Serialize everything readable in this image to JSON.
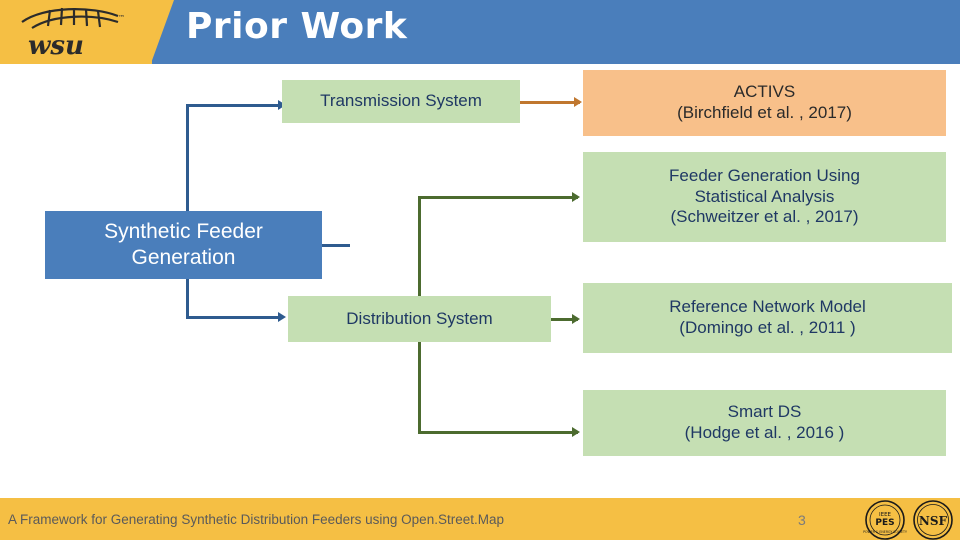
{
  "header": {
    "title": "Prior Work",
    "logo_alt": "wsu-logo",
    "bar_color": "#4a7ebb",
    "accent_color": "#f5bf44"
  },
  "diagram": {
    "nodes": [
      {
        "id": "synthetic-feeder-generation",
        "label": "Synthetic Feeder\nGeneration",
        "line1": "Synthetic Feeder",
        "line2": "Generation",
        "style": "blue"
      },
      {
        "id": "transmission-system",
        "label": "Transmission System",
        "style": "orange-outline"
      },
      {
        "id": "distribution-system",
        "label": "Distribution System",
        "style": "green"
      },
      {
        "id": "activs",
        "line1": "ACTIVS",
        "line2": "(Birchfield et al. , 2017)",
        "style": "orange"
      },
      {
        "id": "feeder-generation-statistical",
        "line1": "Feeder Generation Using",
        "line2": "Statistical Analysis",
        "line3": "(Schweitzer et al. , 2017)",
        "style": "green"
      },
      {
        "id": "reference-network-model",
        "line1": "Reference Network Model",
        "line2": "(Domingo et al. , 2011 )",
        "style": "green"
      },
      {
        "id": "smart-ds",
        "line1": "Smart DS",
        "line2": "(Hodge et al. , 2016 )",
        "style": "green"
      }
    ],
    "colors": {
      "blue_fill": "#4a7ebb",
      "orange_fill": "#f8c08a",
      "green_fill": "#c5dfb3",
      "blue_line": "#2e5b8f",
      "green_line": "#4c6b2f",
      "orange_line": "#c0772f",
      "navy_text": "#1f3864"
    }
  },
  "footer": {
    "text": "A Framework for Generating Synthetic Distribution Feeders using Open.Street.Map",
    "page_number": "3",
    "badges": [
      "ieee-pes-badge",
      "nsf-badge"
    ]
  }
}
